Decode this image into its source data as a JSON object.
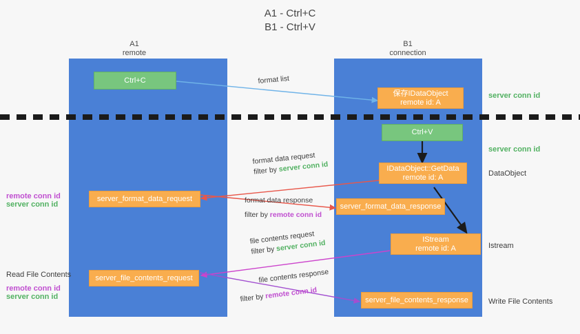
{
  "title": {
    "line1": "A1 - Ctrl+C",
    "line2": "B1 - Ctrl+V"
  },
  "columns": [
    {
      "name": "A1",
      "caption": "remote"
    },
    {
      "name": "B1",
      "caption": "connection"
    }
  ],
  "nodes": {
    "ctrl_c": {
      "label": "Ctrl+C"
    },
    "idataobject": {
      "line1": "保存IDataObject",
      "line2": "remote id: A"
    },
    "ctrl_v": {
      "label": "Ctrl+V"
    },
    "getdata": {
      "line1": "IDataObject::GetData",
      "line2": "remote id: A"
    },
    "format_data_request": {
      "label": "server_format_data_request"
    },
    "format_data_response": {
      "label": "server_format_data_response"
    },
    "istream": {
      "line1": "IStream",
      "line2": "remote id: A"
    },
    "file_contents_request": {
      "label": "server_file_contents_request"
    },
    "file_contents_response": {
      "label": "server_file_contents_response"
    }
  },
  "arrow_labels": {
    "format_list": {
      "text": "format list"
    },
    "format_data_request": {
      "line1": "format data request",
      "filter_prefix": "filter by ",
      "filter_value": "server conn id"
    },
    "format_data_response": {
      "line1": "format data response",
      "filter_prefix": "filter by ",
      "filter_value": "remote conn id"
    },
    "file_contents_request": {
      "line1": "file contents request",
      "filter_prefix": "filter by ",
      "filter_value": "server conn id"
    },
    "file_contents_response": {
      "line1": "file contents response",
      "filter_prefix": "filter by ",
      "filter_value": "remote conn id"
    }
  },
  "annotations": {
    "server_conn_id_top": "server conn id",
    "server_conn_id_mid": "server conn id",
    "dataobject": "DataObject",
    "istream": "Istream",
    "write_file_contents": "Write File Contents",
    "read_file_contents": "Read File Contents",
    "left_remote_conn_id_1": "remote conn id",
    "left_server_conn_id_1": "server conn id",
    "left_remote_conn_id_2": "remote conn id",
    "left_server_conn_id_2": "server conn id"
  },
  "colors": {
    "lane": "#4a80d6",
    "node_green": "#78c67e",
    "node_orange": "#f9ad4e",
    "server_conn": "#52b162",
    "remote_conn": "#c04fd0",
    "arrow_blue": "#6fb3e8",
    "arrow_red": "#e8574a",
    "arrow_magenta": "#cc44cc",
    "arrow_purple": "#a24fd0",
    "arrow_black": "#1b1b1b"
  }
}
